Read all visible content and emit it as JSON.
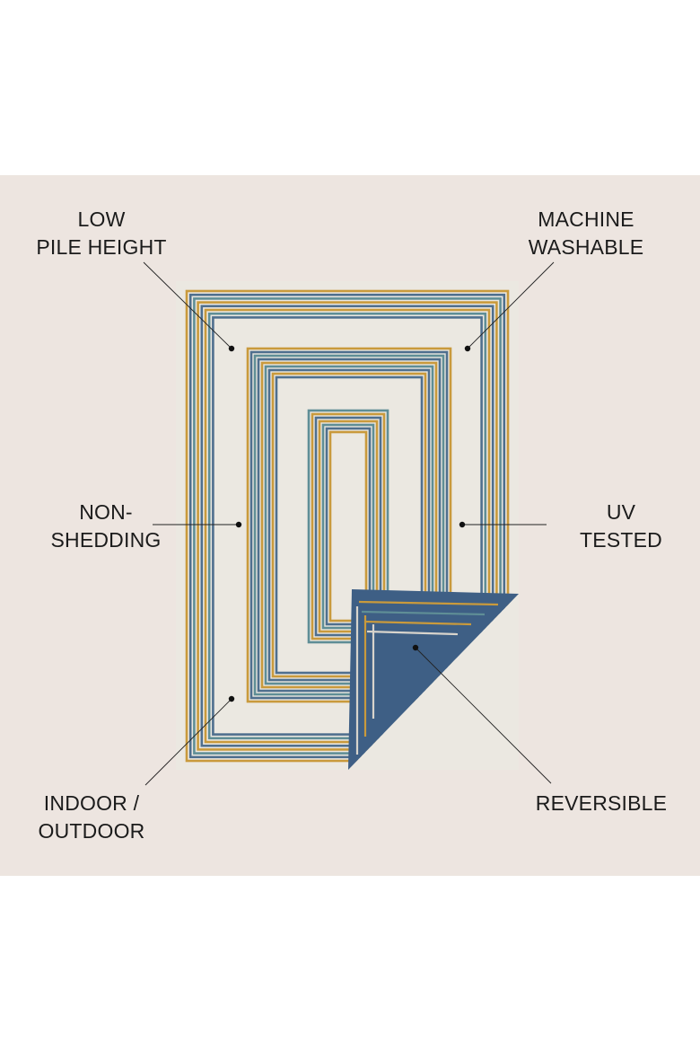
{
  "colors": {
    "background": "#ede5e0",
    "rug_base": "#ebe8e1",
    "stripe_gold": "#c99a3c",
    "stripe_blue": "#4f6f8e",
    "stripe_teal": "#5f8e96",
    "reverse_side": "#3e5f85"
  },
  "features": [
    {
      "id": "low-pile-height",
      "lines": [
        "LOW",
        "PILE HEIGHT"
      ]
    },
    {
      "id": "machine-washable",
      "lines": [
        "MACHINE",
        "WASHABLE"
      ]
    },
    {
      "id": "non-shedding",
      "lines": [
        "NON-",
        "SHEDDING"
      ]
    },
    {
      "id": "uv-tested",
      "lines": [
        "UV",
        "TESTED"
      ]
    },
    {
      "id": "indoor-outdoor",
      "lines": [
        "INDOOR /",
        "OUTDOOR"
      ]
    },
    {
      "id": "reversible",
      "lines": [
        "REVERSIBLE"
      ]
    }
  ]
}
